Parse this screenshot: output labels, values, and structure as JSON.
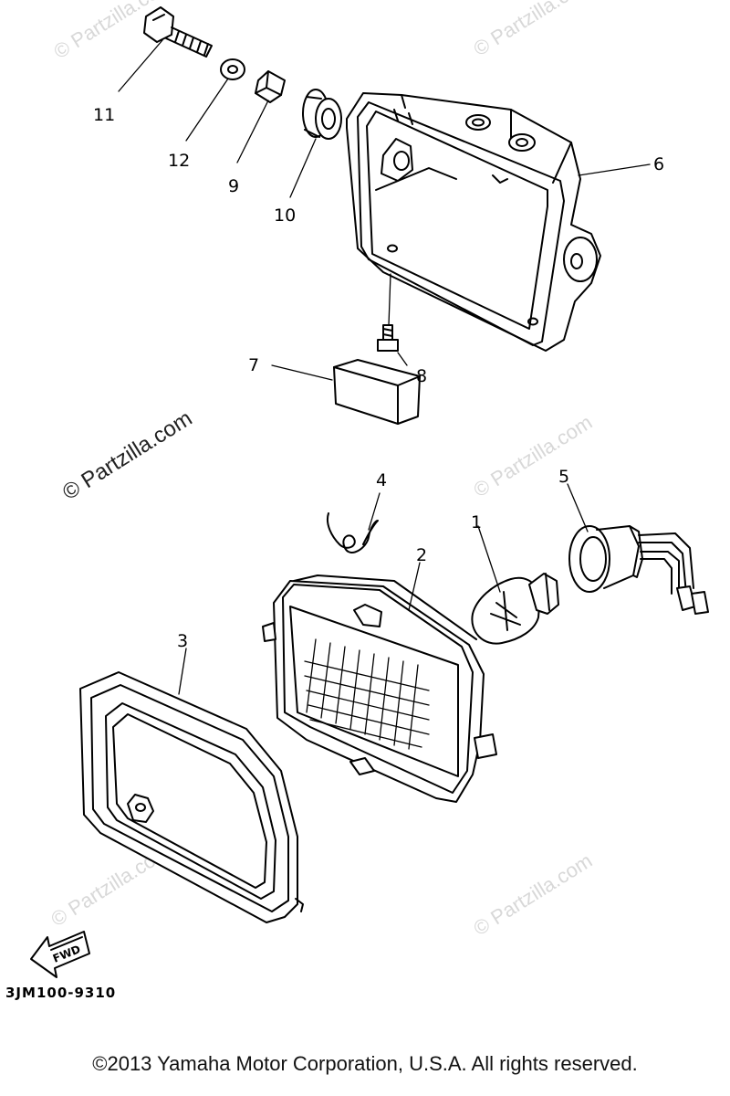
{
  "watermark": {
    "light": "© Partzilla.com",
    "dark": "© Partzilla.com"
  },
  "part_labels": {
    "p1": "1",
    "p2": "2",
    "p3": "3",
    "p4": "4",
    "p5": "5",
    "p6": "6",
    "p7": "7",
    "p8": "8",
    "p9": "9",
    "p10": "10",
    "p11": "11",
    "p12": "12"
  },
  "fwd_label": "FWD",
  "diagram_code": "3JM100-9310",
  "copyright": "©2013 Yamaha Motor Corporation, U.S.A. All rights reserved."
}
